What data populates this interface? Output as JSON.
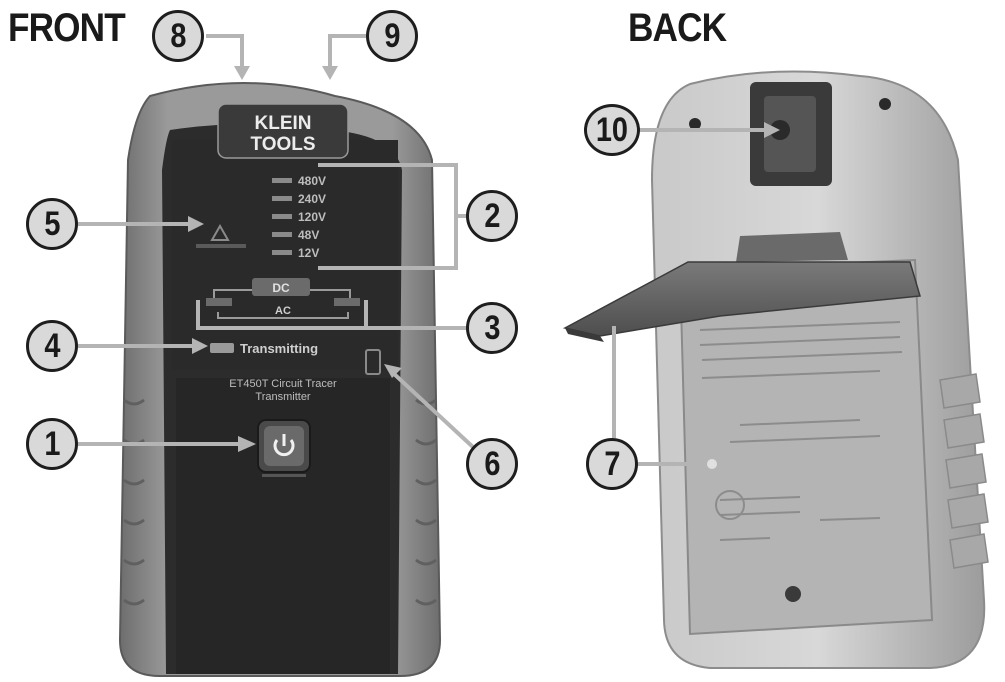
{
  "headings": {
    "front": "FRONT",
    "back": "BACK"
  },
  "brand": {
    "line1": "KLEIN",
    "line2": "TOOLS"
  },
  "voltage_levels": [
    "480V",
    "240V",
    "120V",
    "48V",
    "12V"
  ],
  "dc_label": "DC",
  "ac_label": "AC",
  "transmitting_label": "Transmitting",
  "model_label": {
    "line1": "ET450T Circuit Tracer",
    "line2": "Transmitter"
  },
  "callouts": [
    "1",
    "2",
    "3",
    "4",
    "5",
    "6",
    "7",
    "8",
    "9",
    "10"
  ],
  "colors": {
    "body": "#8c8c8c",
    "panel": "#2c2c2c",
    "callout_fill": "#d9d9d9",
    "leader": "#b4b4b4"
  }
}
